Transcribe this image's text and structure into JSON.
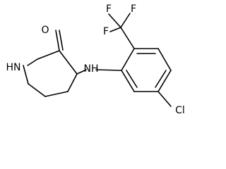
{
  "molecule": {
    "atom_labels": {
      "carbonyl_oxygen": "O",
      "ring_nitrogen": "HN",
      "amine_nitrogen": "NH",
      "chlorine": "Cl",
      "fluorine_1": "F",
      "fluorine_2": "F",
      "fluorine_3": "F"
    }
  },
  "colors": {
    "bond": "#000000",
    "label": "#000000",
    "background": "#ffffff"
  }
}
